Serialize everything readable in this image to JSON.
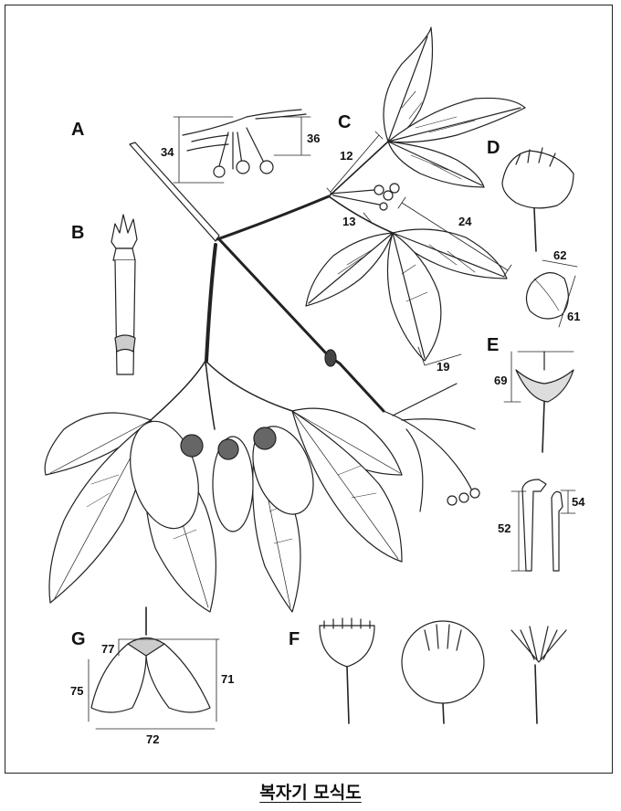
{
  "caption": "복자기 모식도",
  "panels": {
    "A": "A",
    "B": "B",
    "C": "C",
    "D": "D",
    "E": "E",
    "F": "F",
    "G": "G"
  },
  "measurements": {
    "a_inflorescence_left": "34",
    "a_inflorescence_right": "36",
    "c_petiole": "12",
    "c_petiolule": "13",
    "c_leaflet_length": "24",
    "c_leaflet_width": "19",
    "d_bud_width": "62",
    "d_bud_length": "61",
    "e_fruit_height": "69",
    "e_stamen_long": "52",
    "e_stamen_short": "54",
    "g_nutlet": "77",
    "g_wing": "75",
    "g_height": "71",
    "g_span": "72"
  }
}
